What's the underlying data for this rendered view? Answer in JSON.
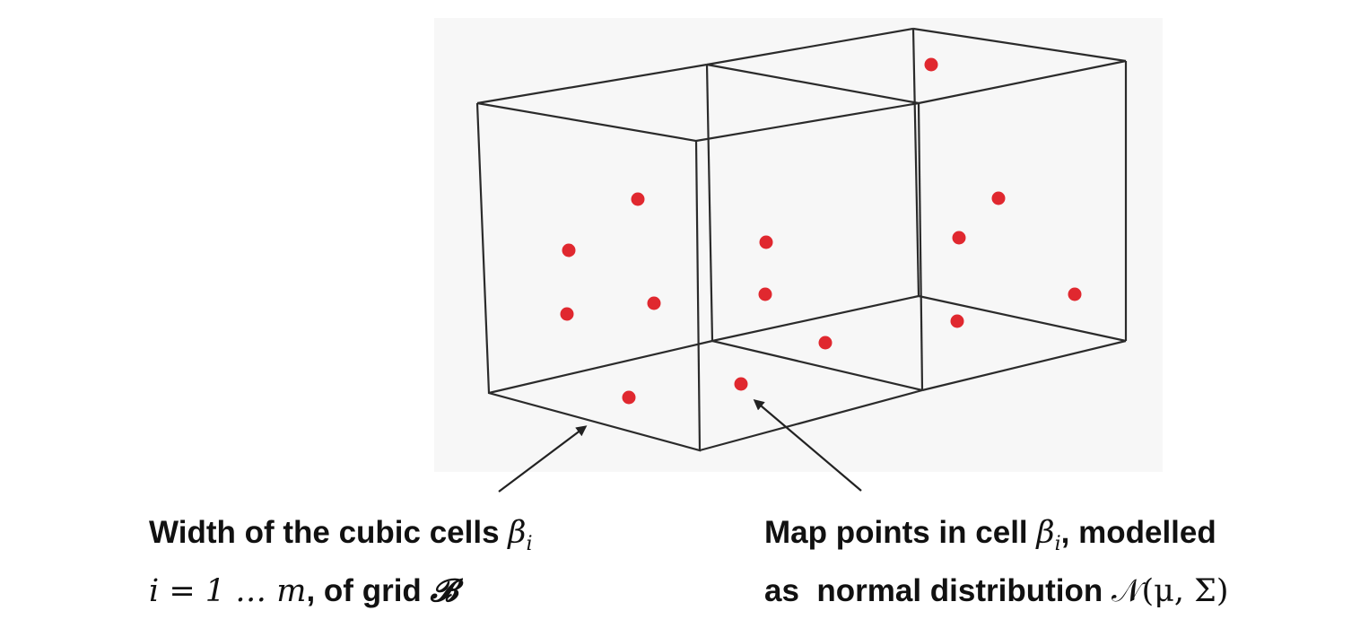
{
  "colors": {
    "grid_lines": "#2b2b2b",
    "points": "#e0282f",
    "panel_background": "#f7f7f7",
    "arrows": "#222222"
  },
  "left_caption": {
    "line1_text": "Width of the cubic cells ",
    "line1_math_base": "β",
    "line1_math_sub": "i",
    "line2_math": "i = 1 … m",
    "line2_text": ", of grid ",
    "line2_math_grid": "𝓑"
  },
  "right_caption": {
    "line1_text_a": "Map points in cell ",
    "line1_math_base": "β",
    "line1_math_sub": "i",
    "line1_text_b": ", modelled",
    "line2_text": "as  normal distribution ",
    "line2_math": "𝒩(μ, Σ)"
  }
}
